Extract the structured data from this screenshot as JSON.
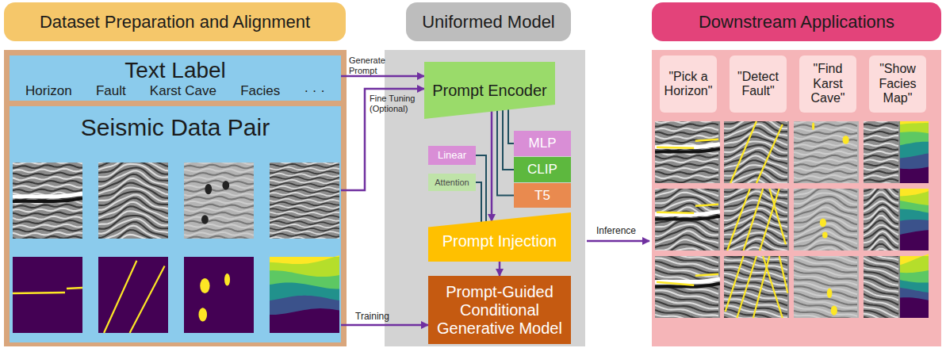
{
  "diagram": {
    "nodes": [
      {
        "text": [
          "Dataset Preparation and Alignment"
        ]
      },
      {
        "text": [
          "Uniformed Model"
        ]
      },
      {
        "text": [
          "Downstream Applications"
        ]
      },
      {
        "text": [
          "Text Label",
          "Horizon",
          "Fault",
          "Karst Cave",
          "Facies",
          "· · ·"
        ]
      },
      {
        "text": [
          "Seismic Data Pair"
        ]
      },
      {
        "text": [
          "Prompt Encoder"
        ]
      },
      {
        "text": [
          "MLP"
        ]
      },
      {
        "text": [
          "CLIP"
        ]
      },
      {
        "text": [
          "T5"
        ]
      },
      {
        "text": [
          "Linear"
        ]
      },
      {
        "text": [
          "Attention"
        ]
      },
      {
        "text": [
          "Prompt Injection"
        ]
      },
      {
        "text": [
          "Prompt-Guided Conditional Generative Model"
        ]
      },
      {
        "text": [
          "\"Pick a Horizon\""
        ]
      },
      {
        "text": [
          "\"Detect Fault\""
        ]
      },
      {
        "text": [
          "\"Find Karst Cave\""
        ]
      },
      {
        "text": [
          "\"Show Facies Map\""
        ]
      }
    ],
    "edges": [
      {
        "from": 3,
        "to": 5,
        "arrow": "to",
        "label": "Generate Prompt"
      },
      {
        "from": 4,
        "to": 5,
        "arrow": "to",
        "label": "Fine Tuning (Optional)"
      },
      {
        "from": 4,
        "to": 12,
        "arrow": "to",
        "label": "Training"
      },
      {
        "from": 5,
        "to": 6,
        "arrow": "none"
      },
      {
        "from": 5,
        "to": 7,
        "arrow": "none"
      },
      {
        "from": 5,
        "to": 8,
        "arrow": "none"
      },
      {
        "from": 5,
        "to": 11,
        "arrow": "to"
      },
      {
        "from": 9,
        "to": 11,
        "arrow": "none"
      },
      {
        "from": 10,
        "to": 11,
        "arrow": "none"
      },
      {
        "from": 11,
        "to": 12,
        "arrow": "to"
      }
    ],
    "labels": [
      "Inference"
    ]
  }
}
